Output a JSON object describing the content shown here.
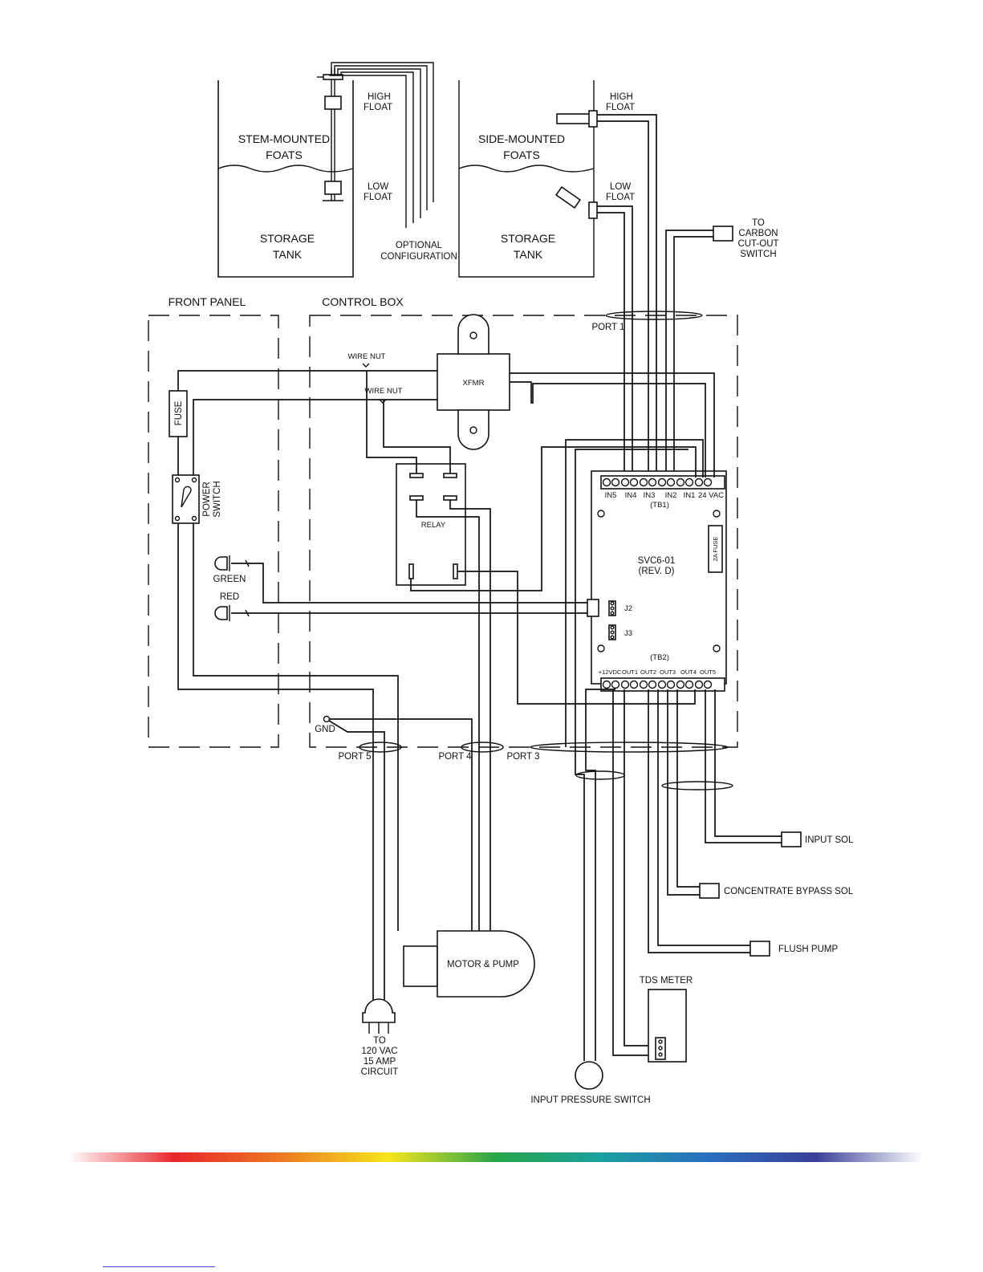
{
  "left_tank": {
    "title_line1": "STEM-MOUNTED",
    "title_line2": "FOATS",
    "storage_line1": "STORAGE",
    "storage_line2": "TANK",
    "high_float_line1": "HIGH",
    "high_float_line2": "FLOAT",
    "low_float_line1": "LOW",
    "low_float_line2": "FLOAT",
    "optional_line1": "OPTIONAL",
    "optional_line2": "CONFIGURATION"
  },
  "right_tank": {
    "title_line1": "SIDE-MOUNTED",
    "title_line2": "FOATS",
    "storage_line1": "STORAGE",
    "storage_line2": "TANK",
    "high_float_line1": "HIGH",
    "high_float_line2": "FLOAT",
    "low_float_line1": "LOW",
    "low_float_line2": "FLOAT"
  },
  "carbon_switch": {
    "line1": "TO",
    "line2": "CARBON",
    "line3": "CUT-OUT",
    "line4": "SWITCH"
  },
  "front_panel": {
    "title": "FRONT PANEL",
    "fuse": "FUSE",
    "power_switch_line1": "POWER",
    "power_switch_line2": "SWITCH",
    "green": "GREEN",
    "red": "RED"
  },
  "control_box": {
    "title": "CONTROL BOX",
    "port1": "PORT 1",
    "port3": "PORT 3",
    "port4": "PORT 4",
    "port5": "PORT 5",
    "wire_nut_1": "WIRE NUT",
    "wire_nut_2": "WIRE NUT",
    "xfmr": "XFMR",
    "relay": "RELAY",
    "gnd": "GND"
  },
  "board": {
    "name_line1": "SVC6-01",
    "name_line2": "(REV. D)",
    "fuse": "2A FUSE",
    "tb1": "(TB1)",
    "tb2": "(TB2)",
    "tb1_labels": [
      "IN5",
      "IN4",
      "IN3",
      "IN2",
      "IN1",
      "24 VAC"
    ],
    "tb2_labels": [
      "+12VDC",
      "OUT1",
      "OUT2",
      "OUT3",
      "OUT4",
      "OUT5"
    ],
    "j2": "J2",
    "j3": "J3"
  },
  "external": {
    "input_sol": "INPUT SOL",
    "concentrate_bypass_sol": "CONCENTRATE BYPASS SOL",
    "flush_pump": "FLUSH PUMP",
    "tds_meter": "TDS METER",
    "motor_pump": "MOTOR & PUMP",
    "input_pressure_switch": "INPUT PRESSURE SWITCH",
    "power_line1": "TO",
    "power_line2": "120 VAC",
    "power_line3": "15 AMP",
    "power_line4": "CIRCUIT"
  },
  "colors": {
    "line": "#111111",
    "footer_rule": "#4a4ad8",
    "rainbow": [
      "#ffffff",
      "#e8262a",
      "#ec7a22",
      "#f6e51b",
      "#27a64a",
      "#1aa0a0",
      "#2a6ec0",
      "#3a3f98",
      "#ffffff"
    ]
  }
}
